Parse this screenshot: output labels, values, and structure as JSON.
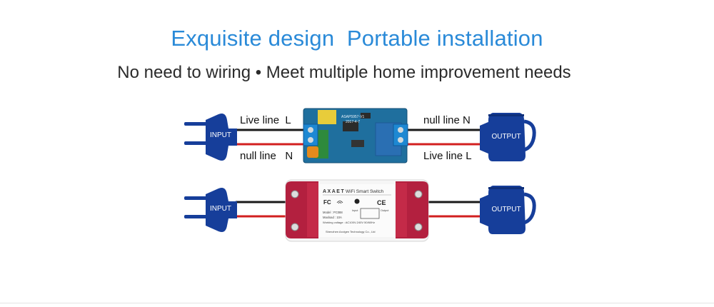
{
  "headline": {
    "left": "Exquisite design",
    "right": "Portable installation",
    "color": "#2a8ad8"
  },
  "subheadline": "No need to wiring • Meet multiple home improvement needs",
  "top_diagram": {
    "input_label": "INPUT",
    "output_label": "OUTPUT",
    "wire_labels": {
      "left_top": "Live line  L",
      "left_bottom": "null line   N",
      "right_top": "null line N",
      "right_bottom": "Live line L"
    },
    "board_text": [
      "ASAP5957-V1",
      "2017-4-7"
    ]
  },
  "bottom_diagram": {
    "input_label": "INPUT",
    "output_label": "OUTPUT",
    "device": {
      "brand": "AXAET",
      "product": "WiFi Smart Switch",
      "model": "Model : PC088",
      "maxload": "Maxload : 10A",
      "voltage": "Working voltage : AC100V-240V 50/60Hz",
      "input_tag": "Input",
      "output_tag": "Output",
      "maker": "Shenzhen Axvigen Technology Co., Ltd",
      "fc_mark": "FC",
      "ce_mark": "CE"
    }
  },
  "colors": {
    "plug_blue": "#163e9a",
    "wire_red": "#d21f1f",
    "wire_black": "#1a1a1a",
    "pcb_blue": "#1f6f9e",
    "terminal_blue": "#1e88d2",
    "case_red": "#b3203f",
    "case_white": "#f5f5f5"
  },
  "icons": [
    "plug-icon",
    "kettle-icon",
    "circuit-board",
    "smart-switch-device",
    "wifi-icon",
    "ce-mark",
    "fc-mark"
  ]
}
